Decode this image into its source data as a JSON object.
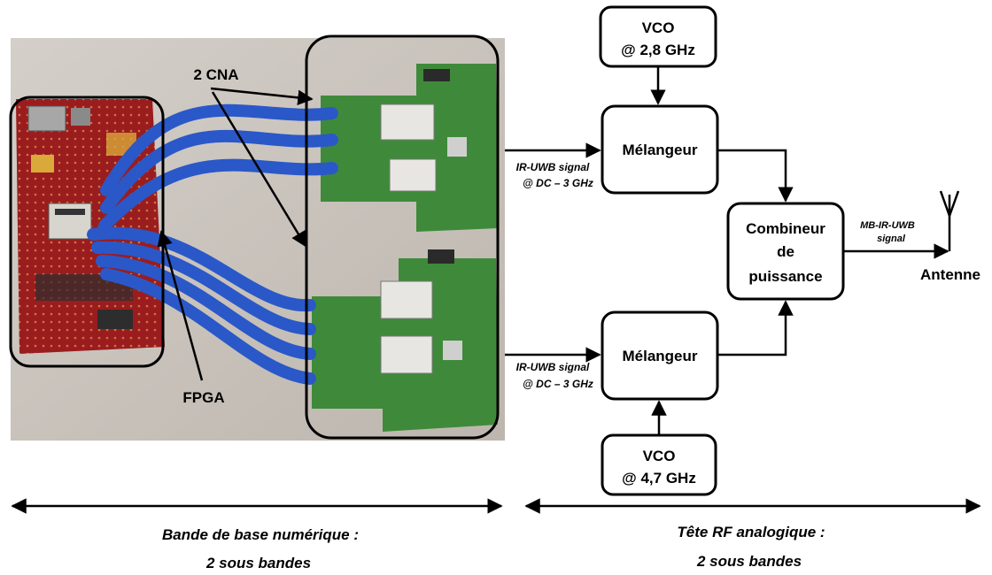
{
  "photo_labels": {
    "cna": "2 CNA",
    "fpga": "FPGA"
  },
  "blocks": {
    "vco_top": [
      "VCO",
      "@ 2,8 GHz"
    ],
    "vco_bottom": [
      "VCO",
      "@ 4,7 GHz"
    ],
    "mixer_top": "Mélangeur",
    "mixer_bottom": "Mélangeur",
    "combiner": [
      "Combineur",
      "de",
      "puissance"
    ],
    "antenna": "Antenne"
  },
  "signals": {
    "top": [
      "IR-UWB signal",
      "@ DC – 3 GHz"
    ],
    "bottom": [
      "IR-UWB signal",
      "@ DC – 3 GHz"
    ],
    "output": [
      "MB-IR-UWB",
      "signal"
    ]
  },
  "bottom_labels": {
    "left": [
      "Bande de base numérique :",
      "2 sous bandes"
    ],
    "right": [
      "Tête RF analogique :",
      "2 sous bandes"
    ]
  },
  "colors": {
    "photo_bg": "#c9c3bc",
    "fpga_pcb": "#9b1c20",
    "dac_pcb": "#3f8a3a",
    "ribbon": "#2a58c8"
  }
}
